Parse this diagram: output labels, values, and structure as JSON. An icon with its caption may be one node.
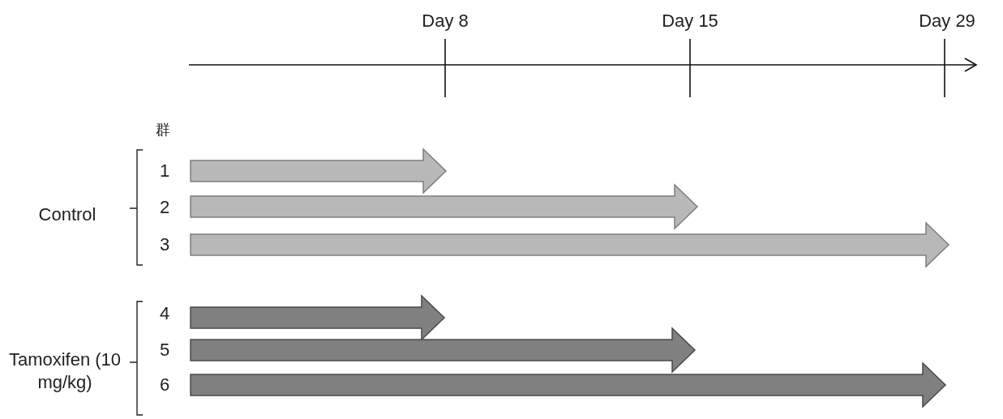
{
  "diagram": {
    "labels": [
      "Day 8",
      "Day 15",
      "Day 29",
      "群",
      "1",
      "Control",
      "2",
      "3",
      "4",
      "Tamoxifen (10 mg/kg)",
      "5",
      "6"
    ]
  }
}
